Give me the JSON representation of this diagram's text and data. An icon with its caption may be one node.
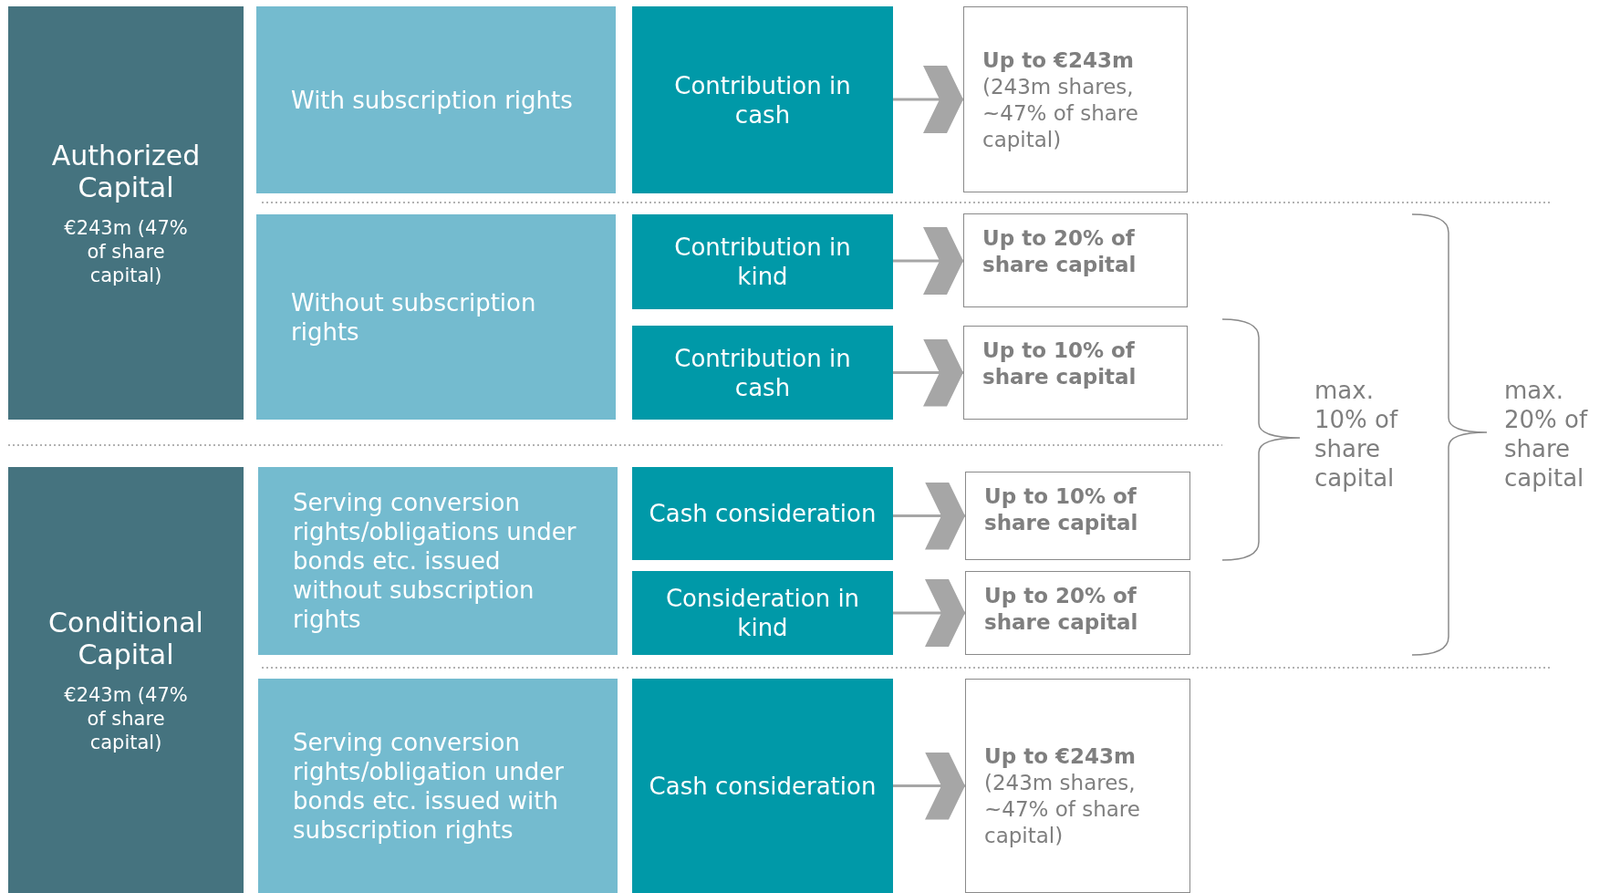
{
  "diagram": {
    "nodes": [
      {
        "text": [
          "Authorized Capital",
          "€243m (47% of share capital)"
        ]
      },
      {
        "text": [
          "With subscription rights"
        ]
      },
      {
        "text": [
          "Contribution in cash"
        ]
      },
      {
        "text": [
          "Up to €243m",
          "(243m shares, ~47% of share capital)"
        ]
      },
      {
        "text": [
          "Without subscription rights"
        ]
      },
      {
        "text": [
          "Contribution in kind"
        ]
      },
      {
        "text": [
          "Up to 20% of share capital"
        ]
      },
      {
        "text": [
          "Contribution in cash"
        ]
      },
      {
        "text": [
          "Up to 10% of share capital"
        ]
      },
      {
        "text": [
          "Conditional Capital",
          "€243m (47% of share capital)"
        ]
      },
      {
        "text": [
          "Serving conversion rights/obligations under bonds etc. issued without subscription rights"
        ]
      },
      {
        "text": [
          "Cash consideration"
        ]
      },
      {
        "text": [
          "Up to 10% of share capital"
        ]
      },
      {
        "text": [
          "Consideration in kind"
        ]
      },
      {
        "text": [
          "Up to 20% of share capital"
        ]
      },
      {
        "text": [
          "Serving conversion rights/obligation under bonds etc. issued with subscription rights"
        ]
      },
      {
        "text": [
          "Cash consideration"
        ]
      },
      {
        "text": [
          "Up to €243m",
          "(243m shares, ~47% of share capital)"
        ]
      }
    ],
    "edges": [
      {
        "from": 2,
        "to": 3,
        "arrow": "to"
      },
      {
        "from": 5,
        "to": 6,
        "arrow": "to"
      },
      {
        "from": 7,
        "to": 8,
        "arrow": "to"
      },
      {
        "from": 11,
        "to": 12,
        "arrow": "to"
      },
      {
        "from": 13,
        "to": 14,
        "arrow": "to"
      },
      {
        "from": 16,
        "to": 17,
        "arrow": "to"
      }
    ],
    "labels": [
      "max. 10% of share capital",
      "max. 20% of share capital"
    ]
  }
}
